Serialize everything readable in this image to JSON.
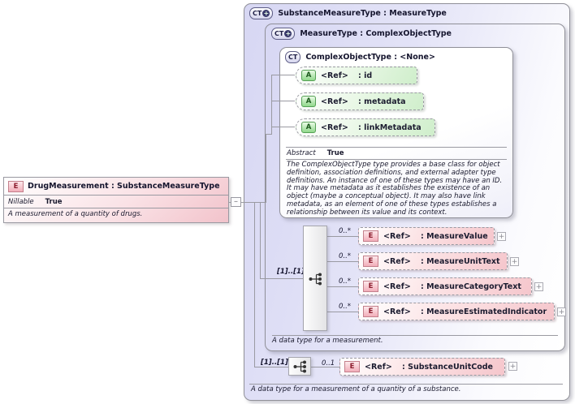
{
  "drug_element": {
    "icon": "E",
    "title": "DrugMeasurement : SubstanceMeasureType",
    "property_name": "Nillable",
    "property_value": "True",
    "description": "A measurement of a quantity of drugs."
  },
  "substance_type_panel": {
    "icon": "CT",
    "title": "SubstanceMeasureType : MeasureType",
    "cardinality": "[1]..[1]",
    "element": {
      "occurs": "0..1",
      "icon": "E",
      "ref": "<Ref>",
      "name": ": SubstanceUnitCode"
    },
    "description": "A data type for a measurement of a quantity of a substance."
  },
  "measure_type_panel": {
    "icon": "CT",
    "title": "MeasureType : ComplexObjectType",
    "cardinality": "[1]..[1]",
    "elements": [
      {
        "occurs": "0..*",
        "icon": "E",
        "ref": "<Ref>",
        "name": ": MeasureValue"
      },
      {
        "occurs": "0..*",
        "icon": "E",
        "ref": "<Ref>",
        "name": ": MeasureUnitText"
      },
      {
        "occurs": "0..*",
        "icon": "E",
        "ref": "<Ref>",
        "name": ": MeasureCategoryText"
      },
      {
        "occurs": "0..*",
        "icon": "E",
        "ref": "<Ref>",
        "name": ": MeasureEstimatedIndicator"
      }
    ],
    "description": "A data type for a measurement."
  },
  "complex_object_panel": {
    "icon": "CT",
    "title": "ComplexObjectType : <None>",
    "attributes": [
      {
        "icon": "A",
        "ref": "<Ref>",
        "name": ": id"
      },
      {
        "icon": "A",
        "ref": "<Ref>",
        "name": ": metadata"
      },
      {
        "icon": "A",
        "ref": "<Ref>",
        "name": ": linkMetadata"
      }
    ],
    "property_name": "Abstract",
    "property_value": "True",
    "description": "The ComplexObjectType type provides a base class for object definition, association definitions, and external adapter type definitions. An instance of one of these types may have an ID. It may have metadata as it establishes the existence of an object (maybe a conceptual object). It may also have link metadata, as an element of one of these types establishes a relationship between its value and its context."
  },
  "icons": {
    "expand": "+",
    "collapse": "–",
    "ct_plus": "+"
  },
  "colors": {
    "panel_lavender": "#d7d7f3",
    "element_pink": "#f5c6cc",
    "attribute_green": "#cfeecb",
    "line_gray": "#9a9aa2"
  }
}
